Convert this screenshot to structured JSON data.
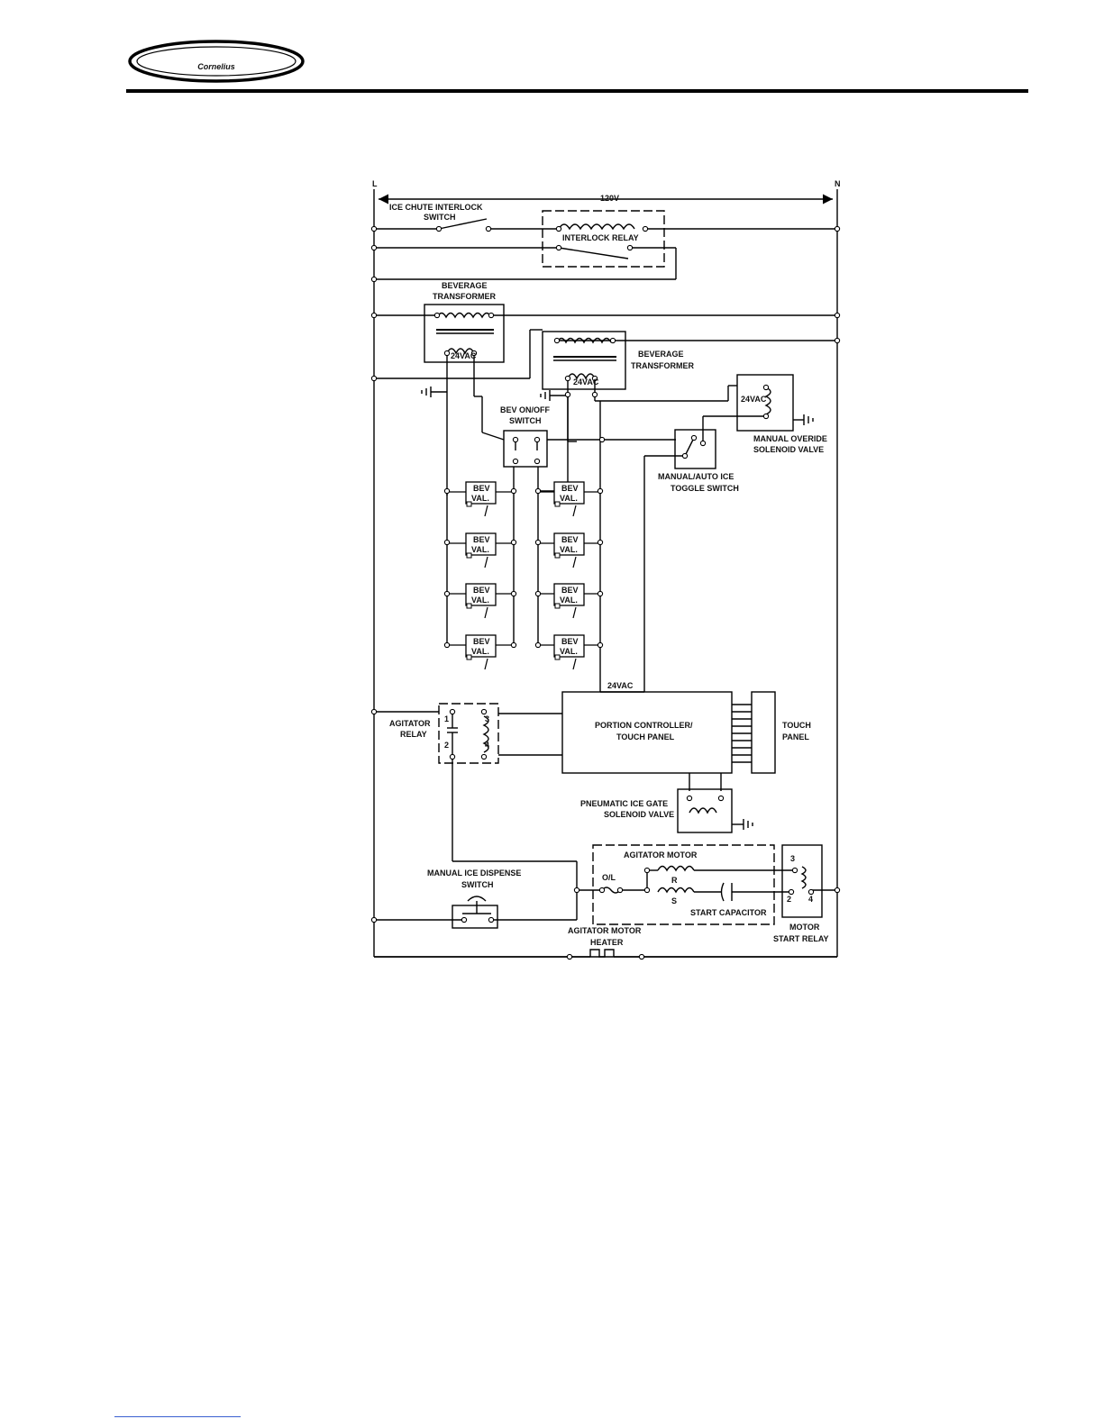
{
  "brand": {
    "logo_text": "Cornelius"
  },
  "diagram": {
    "labels": {
      "line_l": "L",
      "line_n": "N",
      "voltage": "120V",
      "ice_chute_1": "ICE CHUTE INTERLOCK",
      "ice_chute_2": "SWITCH",
      "interlock_relay": "INTERLOCK RELAY",
      "bev_tx1_1": "BEVERAGE",
      "bev_tx1_2": "TRANSFORMER",
      "bev_tx2_1": "BEVERAGE",
      "bev_tx2_2": "TRANSFORMER",
      "vac_a": "24VAC",
      "vac_b": "24VAC",
      "vac_c": "24VAC",
      "vac_d": "24VAC",
      "bev_onoff_1": "BEV ON/OFF",
      "bev_onoff_2": "SWITCH",
      "manual_override_1": "MANUAL OVERIDE",
      "manual_override_2": "SOLENOID VALVE",
      "manual_auto_1": "MANUAL/AUTO ICE",
      "manual_auto_2": "TOGGLE SWITCH",
      "bev_val_1": "BEV",
      "bev_val_2": "VAL.",
      "agitator_relay_1": "AGITATOR",
      "agitator_relay_2": "RELAY",
      "relay_pin_1": "1",
      "relay_pin_2": "2",
      "relay_pin_3": "3",
      "relay_pin_4": "4",
      "portion_1": "PORTION CONTROLLER/",
      "portion_2": "TOUCH PANEL",
      "touch_panel_1": "TOUCH",
      "touch_panel_2": "PANEL",
      "pneumatic_1": "PNEUMATIC ICE GATE",
      "pneumatic_2": "SOLENOID VALVE",
      "agitator_motor": "AGITATOR MOTOR",
      "ol": "O/L",
      "r": "R",
      "s": "S",
      "start_capacitor": "START CAPACITOR",
      "manual_ice_1": "MANUAL ICE DISPENSE",
      "manual_ice_2": "SWITCH",
      "motor_heater_1": "AGITATOR MOTOR",
      "motor_heater_2": "HEATER",
      "motor_start_1": "MOTOR",
      "motor_start_2": "START RELAY",
      "msr_3": "3",
      "msr_2": "2",
      "msr_4": "4"
    }
  }
}
